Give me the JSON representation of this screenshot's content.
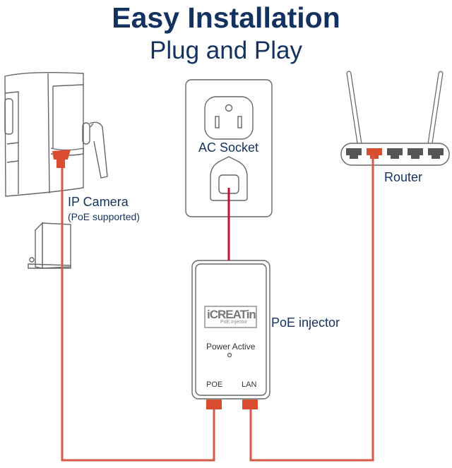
{
  "title": "Easy Installation",
  "subtitle": "Plug and Play",
  "devices": {
    "camera": {
      "label": "IP Camera",
      "note": "(PoE supported)"
    },
    "ac_socket": {
      "label": "AC Socket"
    },
    "router": {
      "label": "Router",
      "port_count": 5,
      "connected_port": 2
    },
    "injector": {
      "label": "PoE injector",
      "brand": "iCREATin",
      "brand_sub": "PoE Injector",
      "status_label": "Power Active",
      "ports": [
        "POE",
        "LAN"
      ]
    }
  },
  "connections": [
    {
      "from": "AC Socket",
      "to": "PoE injector",
      "type": "power"
    },
    {
      "from": "PoE injector (POE)",
      "to": "IP Camera",
      "type": "ethernet"
    },
    {
      "from": "PoE injector (LAN)",
      "to": "Router",
      "type": "ethernet"
    }
  ],
  "colors": {
    "title": "#13325f",
    "cable": "#d45a45",
    "power_cable": "#c8102e",
    "outline": "#555555",
    "port": "#555555"
  }
}
